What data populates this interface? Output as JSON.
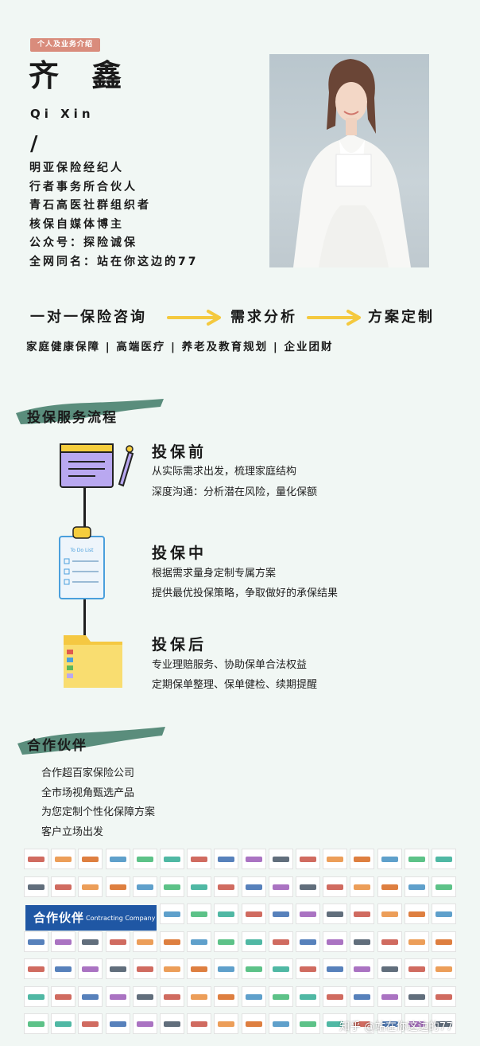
{
  "header": {
    "tag": "个人及业务介绍",
    "name": "齐 鑫",
    "pinyin": "Qi Xin",
    "slash": "/"
  },
  "roles": [
    "明亚保险经纪人",
    "行者事务所合伙人",
    "青石高医社群组织者",
    "核保自媒体博主",
    "公众号：探险诚保",
    "全网同名：站在你这边的77"
  ],
  "flow": {
    "step1": "一对一保险咨询",
    "step2": "需求分析",
    "step3": "方案定制"
  },
  "services": "家庭健康保障 | 高端医疗 | 养老及教育规划 | 企业团财",
  "process": {
    "title": "投保服务流程",
    "stages": [
      {
        "title": "投保前",
        "line1": "从实际需求出发，梳理家庭结构",
        "line2": "深度沟通：分析潜在风险，量化保额"
      },
      {
        "title": "投保中",
        "line1": "根据需求量身定制专属方案",
        "line2": "提供最优投保策略，争取做好的承保结果"
      },
      {
        "title": "投保后",
        "line1": "专业理赔服务、协助保单合法权益",
        "line2": "定期保单整理、保单健检、续期提醒"
      }
    ],
    "checklist_label": "To Do List"
  },
  "partners": {
    "title": "合作伙伴",
    "lines": [
      "合作超百家保险公司",
      "全市场视角甄选产品",
      "为您定制个性化保障方案",
      "客户立场出发"
    ],
    "banner_main": "合作伙伴",
    "banner_sub": "Contracting Company"
  },
  "watermark": "知乎 @站在你这边的77",
  "colors": {
    "background": "#f1f7f4",
    "tag": "#d98c7c",
    "arrow": "#f4c93f",
    "brush": "#3f7a66",
    "banner": "#1f57a4"
  }
}
